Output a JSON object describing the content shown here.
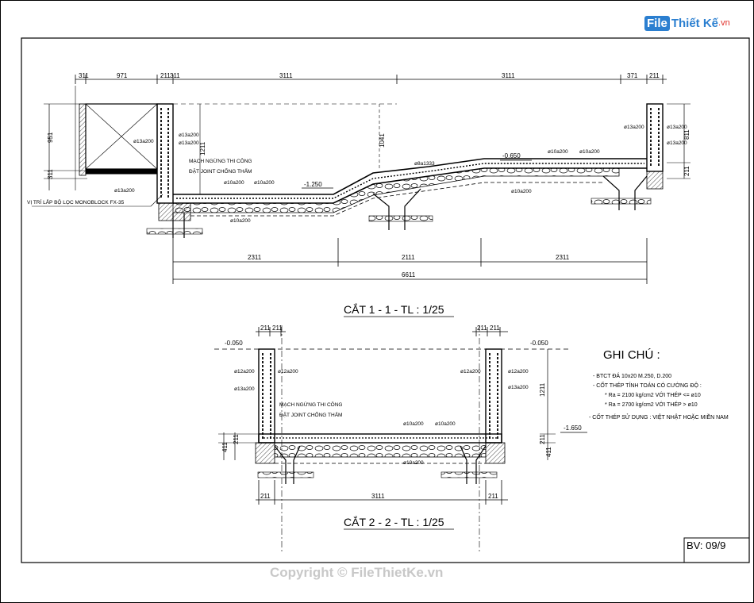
{
  "logo": {
    "file": "File",
    "name": "Thiết Kế",
    "vn": ".vn"
  },
  "section1": {
    "title": "CẮT 1 - 1 - TL : 1/25",
    "dims_top": [
      "311",
      "971",
      "211",
      "311",
      "3111",
      "3111",
      "371",
      "211"
    ],
    "dims_bottom_parts": [
      "2311",
      "2111",
      "2311"
    ],
    "dim_total": "6611",
    "dims_left": [
      "951",
      "311"
    ],
    "dims_mid": [
      "1211",
      "1041"
    ],
    "dims_right": [
      "811",
      "211"
    ],
    "levels": {
      "a": "-1.250",
      "b": "-0.650"
    },
    "rebar": {
      "r1": "ø13a200",
      "r2": "ø13a200",
      "r3": "ø13a200",
      "r4": "ø13a200",
      "r5": "ø10a200",
      "r6": "ø10a200",
      "r7": "ø10a200",
      "r8": "ø8a1333",
      "r9": "ø10a200",
      "r10": "ø10a200",
      "r11": "ø10a200",
      "r12": "ø13a200",
      "r13": "ø13a200",
      "r14": "ø13a200"
    },
    "note1": "MẠCH NGỪNG THI CÔNG",
    "note2": "ĐẶT JOINT CHỐNG THẤM",
    "filter_label": "VỊ TRÍ LẮP BỘ LỌC MONOBLOCK FX-35"
  },
  "section2": {
    "title": "CẮT 2 - 2 - TL : 1/25",
    "dims_top": [
      "211",
      "211",
      "211",
      "211"
    ],
    "dim_bottom": "3111",
    "dims_bottom_side": [
      "211",
      "211"
    ],
    "dims_left": [
      "211",
      "411"
    ],
    "dims_right": [
      "1211",
      "211",
      "411"
    ],
    "levels": {
      "left": "-0.050",
      "right": "-0.050",
      "bottom": "-1.650"
    },
    "rebar": {
      "l1": "ø12a200",
      "l2": "ø12a200",
      "l3": "ø13a200",
      "r1": "ø12a200",
      "r2": "ø12a200",
      "r3": "ø13a200",
      "b1": "ø10a200",
      "b2": "ø10a200",
      "b3": "ø10a200"
    },
    "note1": "MẠCH NGỪNG THI CÔNG",
    "note2": "ĐẶT JOINT CHỐNG THẤM"
  },
  "notes": {
    "heading": "GHI CHÚ :",
    "lines": [
      "-  BTCT ĐÁ 10x20 M.250, D.200",
      "-  CỐT THÉP TÍNH TOÁN CÓ CƯỜNG ĐỘ :",
      "* Ra  = 2100 kg/cm2 VỚI THÉP <= ø10",
      "* Ra  = 2700 kg/cm2 VỚI THÉP > ø10",
      "-  CỐT THÉP SỬ DỤNG : VIỆT NHẬT HOẶC MIỀN NAM"
    ]
  },
  "sheet_no": "BV: 09/9",
  "copyright": "Copyright © FileThietKe.vn"
}
